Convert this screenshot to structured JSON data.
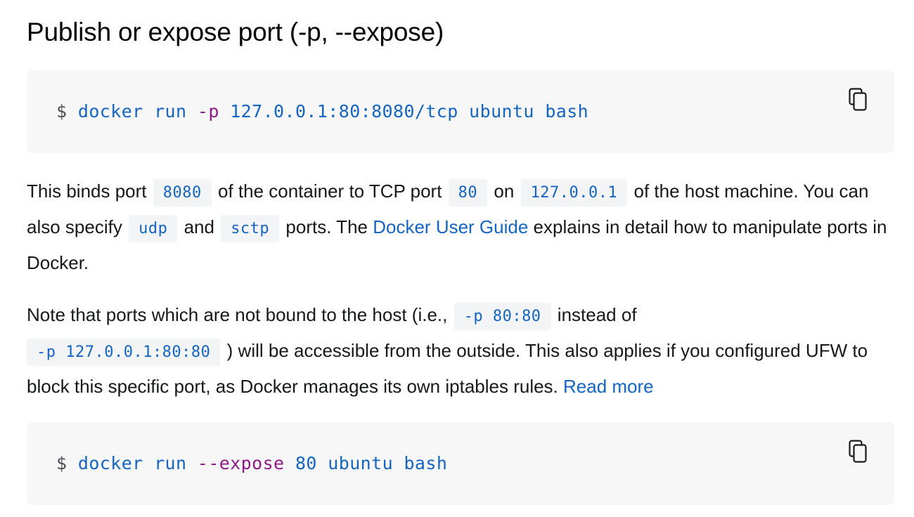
{
  "heading": "Publish or expose port (-p, --expose)",
  "code_block_1": {
    "prompt": "$",
    "command": "docker run",
    "flag": "-p",
    "args": "127.0.0.1:80:8080/tcp ubuntu bash",
    "copy_icon": "copy-icon"
  },
  "paragraph_1": {
    "t1": "This binds port",
    "c1": "8080",
    "t2": "of the container to TCP port",
    "c2": "80",
    "t3": "on",
    "c3": "127.0.0.1",
    "t4": "of the host machine. You can also specify",
    "c4": "udp",
    "t5": "and",
    "c5": "sctp",
    "t6": "ports. The",
    "link": "Docker User Guide",
    "t7": "explains in detail how to manipulate ports in Docker."
  },
  "paragraph_2": {
    "t1": "Note that ports which are not bound to the host (i.e.,",
    "c1": "-p 80:80",
    "t2": "instead of",
    "c2": "-p 127.0.0.1:80:80",
    "t3": ") will be accessible from the outside. This also applies if you configured UFW to block this specific port, as Docker manages its own iptables rules.",
    "link": "Read more"
  },
  "code_block_2": {
    "prompt": "$",
    "command": "docker run",
    "flag": "--expose",
    "args": "80 ubuntu bash",
    "copy_icon": "copy-icon"
  },
  "colors": {
    "link": "#1565c0",
    "flag": "#8e1a87",
    "code_bg": "#f7f7f7"
  }
}
